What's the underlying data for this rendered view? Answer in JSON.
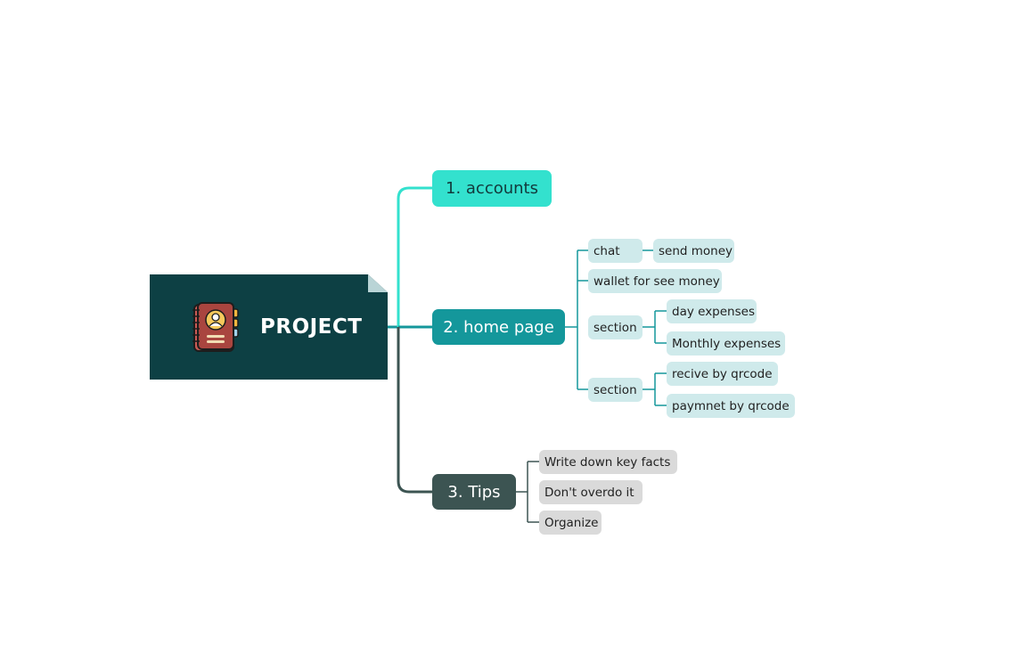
{
  "root": {
    "title": "PROJECT",
    "icon": "address-book-icon",
    "background": "#0d4044"
  },
  "branches": {
    "accounts": {
      "label": "1. accounts",
      "color": "#33e1ce"
    },
    "home": {
      "label": "2. home page",
      "color": "#14979b",
      "children": {
        "chat": {
          "label": "chat",
          "children": [
            "send money"
          ]
        },
        "wallet": {
          "label": "wallet for see money"
        },
        "section1": {
          "label": "section",
          "children": [
            "day expenses",
            "Monthly expenses"
          ]
        },
        "section2": {
          "label": "section",
          "children": [
            "recive by qrcode",
            "paymnet by qrcode"
          ]
        }
      }
    },
    "tips": {
      "label": "3. Tips",
      "color": "#3c5452",
      "children": [
        "Write down key facts",
        "Don't  overdo it",
        "Organize"
      ]
    }
  },
  "colors": {
    "subtopic_teal": "#cfeaeb",
    "subtopic_grey": "#dadada",
    "connector_teal": "#14979b",
    "connector_light": "#33e1ce",
    "connector_dark": "#3c5452"
  }
}
